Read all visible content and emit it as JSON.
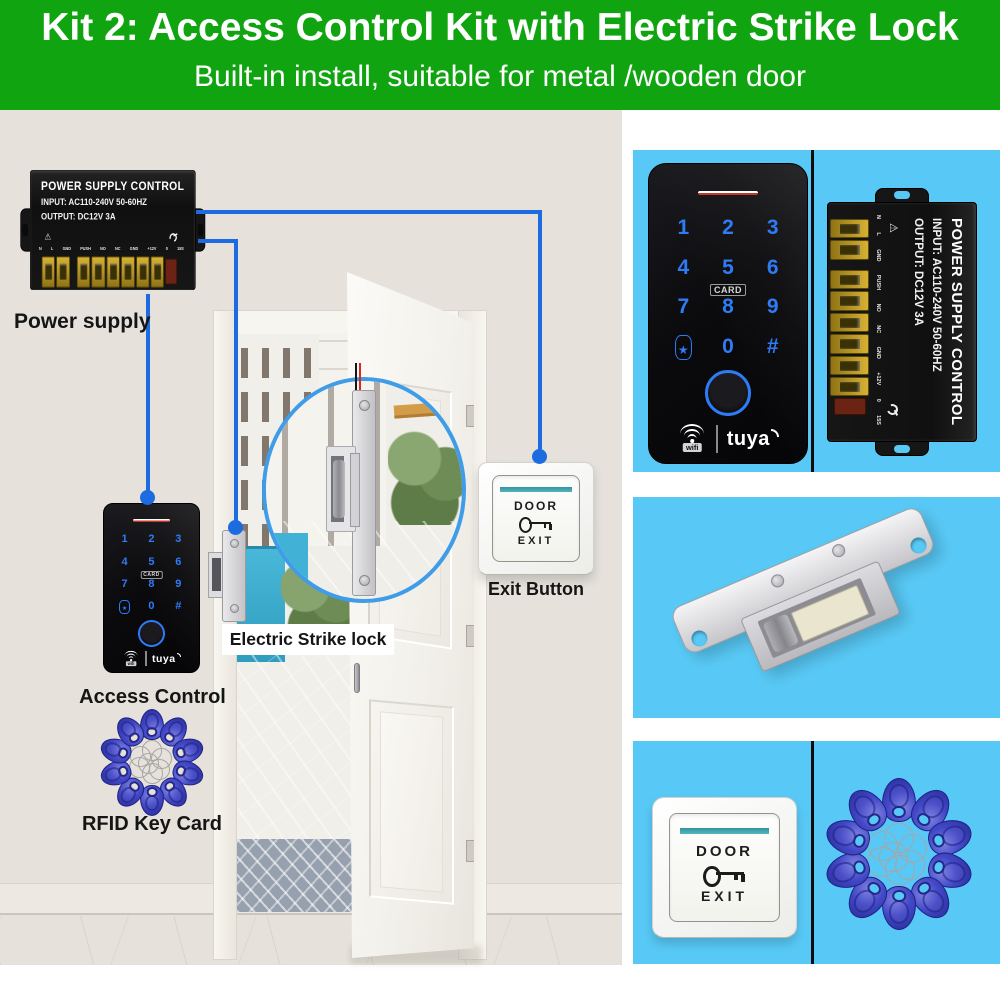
{
  "banner": {
    "title": "Kit 2: Access Control Kit with Electric Strike Lock",
    "subtitle": "Built-in install, suitable for metal /wooden door"
  },
  "labels": {
    "power_supply": "Power supply",
    "access_control": "Access Control",
    "rfid_key_card": "RFID Key Card",
    "electric_strike_lock": "Electric Strike lock",
    "exit_button": "Exit Button"
  },
  "power_supply": {
    "title": "POWER SUPPLY CONTROL",
    "input": "INPUT: AC110-240V 50-60HZ",
    "output": "OUTPUT: DC12V 3A",
    "terminal_labels": [
      "N",
      "L",
      "GND",
      "PUSH",
      "NO",
      "NC",
      "GND",
      "+12V",
      "0",
      "15S"
    ]
  },
  "keypad": {
    "keys": [
      "1",
      "2",
      "3",
      "4",
      "5",
      "6",
      "7",
      "8",
      "9",
      "BELL",
      "0",
      "#"
    ],
    "bell_glyph": "★",
    "card_label": "CARD",
    "wifi_label": "wifi",
    "brand": "tuya"
  },
  "exit_button": {
    "door": "DOOR",
    "exit": "EXIT"
  },
  "rfid": {
    "count": 10
  },
  "icons": {
    "warning": "⚠"
  },
  "colors": {
    "banner_green": "#10A510",
    "panel": "#58C9F6",
    "wire": "#1C6BE1",
    "digit": "#2F7BF5",
    "fob": "#4348C8",
    "wall": "#E6E2DB"
  }
}
